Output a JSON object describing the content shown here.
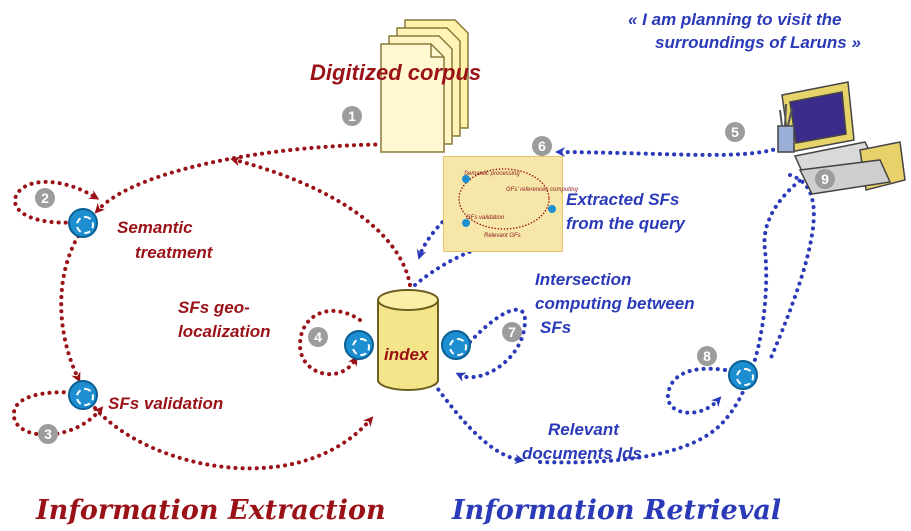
{
  "query": {
    "line1": "« I am planning to visit the",
    "line2": "surroundings of Laruns »"
  },
  "corpus_label": "Digitized corpus",
  "index_label": "index",
  "labels": {
    "semantic_line1": "Semantic",
    "semantic_line2": "treatment",
    "geo_line1": "SFs geo-",
    "geo_line2": "localization",
    "validation": "SFs validation",
    "extracted_line1": "Extracted SFs",
    "extracted_line2": "from the query",
    "intersection_line1": "Intersection",
    "intersection_line2": "computing between",
    "intersection_line3": "SFs",
    "relevant_line1": "Relevant",
    "relevant_line2": "documents Ids"
  },
  "mini_diagram": {
    "semantic_processing": "Semantic processing",
    "references": "GFs' references computing",
    "validation": "GFs validation",
    "relevant": "Relevant GFs"
  },
  "steps": [
    "1",
    "2",
    "3",
    "4",
    "5",
    "6",
    "7",
    "8",
    "9"
  ],
  "sections": {
    "left": "Information Extraction",
    "right": "Information Retrieval"
  },
  "colors": {
    "extraction": "#9a1218",
    "retrieval": "#2b3ab8",
    "step_badge": "#9c9c9c",
    "process_icon": "#1d8fd1"
  },
  "icons": [
    "document-stack-icon",
    "database-icon",
    "computer-icon",
    "process-icon"
  ]
}
